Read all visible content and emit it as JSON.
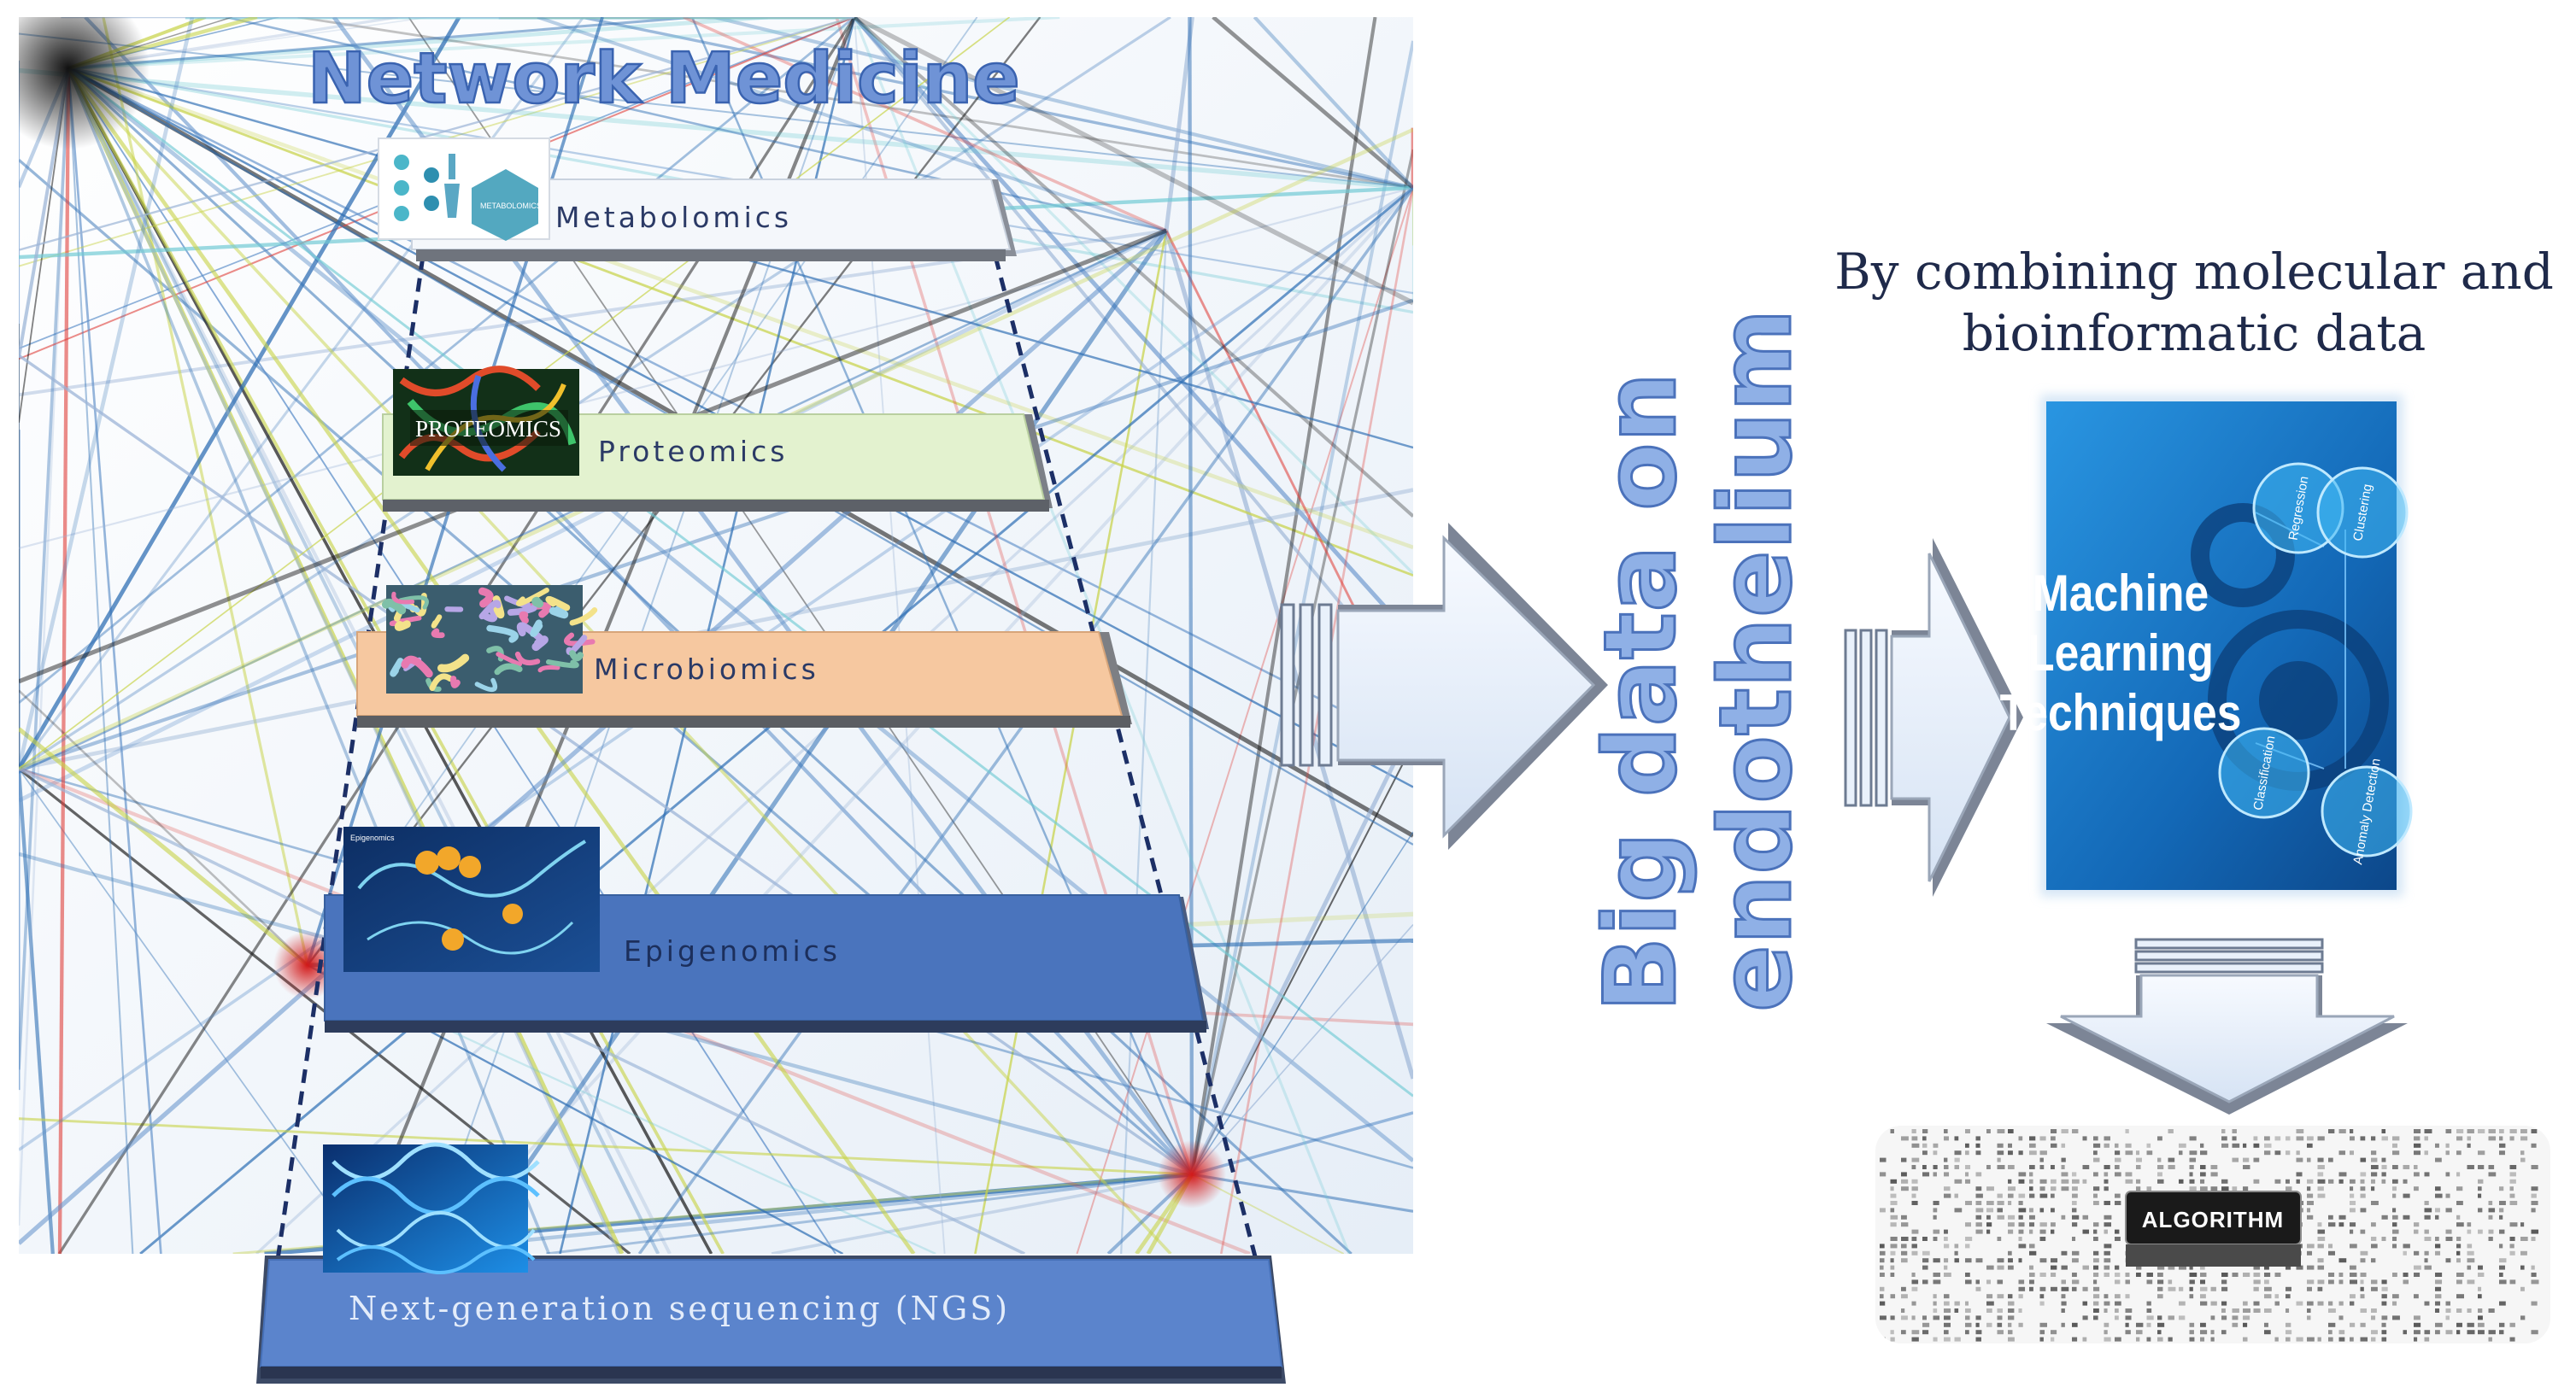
{
  "title": "Network Medicine",
  "layers": [
    {
      "id": "metabolomics",
      "label": "Metabolomics",
      "fill": "#f4f7fb",
      "text_color": "#2b3a66",
      "thumb_text": "METABOLOMICS"
    },
    {
      "id": "proteomics",
      "label": "Proteomics",
      "fill": "#e3f2cf",
      "text_color": "#2b3a66",
      "thumb_text": "PROTEOMICS"
    },
    {
      "id": "microbiomics",
      "label": "Microbiomics",
      "fill": "#f6c8a0",
      "text_color": "#2b3a66"
    },
    {
      "id": "epigenomics",
      "label": "Epigenomics",
      "fill": "#4a74bd",
      "text_color": "#1c2f5c",
      "thumb_text": "Epigenomics"
    },
    {
      "id": "ngs",
      "label": "Next-generation sequencing (NGS)",
      "fill": "#5b84cc",
      "text_color": "#e3ecfa"
    }
  ],
  "center_label": "Big data on endothelium",
  "right_caption": {
    "line1": "By combining molecular and",
    "line2": "bioinformatic data"
  },
  "ml_panel": {
    "lines": [
      "Machine",
      "Learning",
      "Techniques"
    ],
    "bubbles": [
      "Regression",
      "Clustering",
      "Classification",
      "Anomaly Detection"
    ]
  },
  "algorithm_label": "ALGORITHM",
  "colors": {
    "title_fill": "#6f93d6",
    "arrow_fill": "#e9f1fb",
    "ml_bg": "#1a76c7",
    "network_blue": "#2f6fb4",
    "network_red": "#e0403a"
  }
}
